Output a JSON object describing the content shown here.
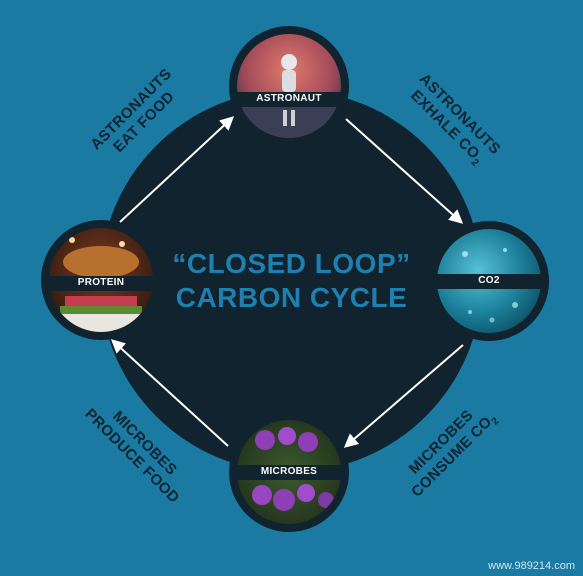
{
  "diagram": {
    "title_line1": "“CLOSED LOOP”",
    "title_line2": "CARBON CYCLE",
    "nodes": {
      "top": "ASTRONAUT",
      "right": "CO2",
      "bottom": "MICROBES",
      "left": "PROTEIN"
    },
    "edge_labels": {
      "top_left_line1": "ASTRONAUTS",
      "top_left_line2": "EAT FOOD",
      "top_right_line1": "ASTRONAUTS",
      "top_right_line2": "EXHALE CO",
      "top_right_sub": "2",
      "bottom_right_line1": "MICROBES",
      "bottom_right_line2": "CONSUME CO",
      "bottom_right_sub": "2",
      "bottom_left_line1": "MICROBES",
      "bottom_left_line2": "PRODUCE FOOD"
    }
  },
  "watermark": "www.989214.com",
  "colors": {
    "background": "#1a7aa2",
    "disc": "#10232e",
    "title": "#1f7fae",
    "arrow": "#ffffff",
    "label": "#0f2533"
  }
}
